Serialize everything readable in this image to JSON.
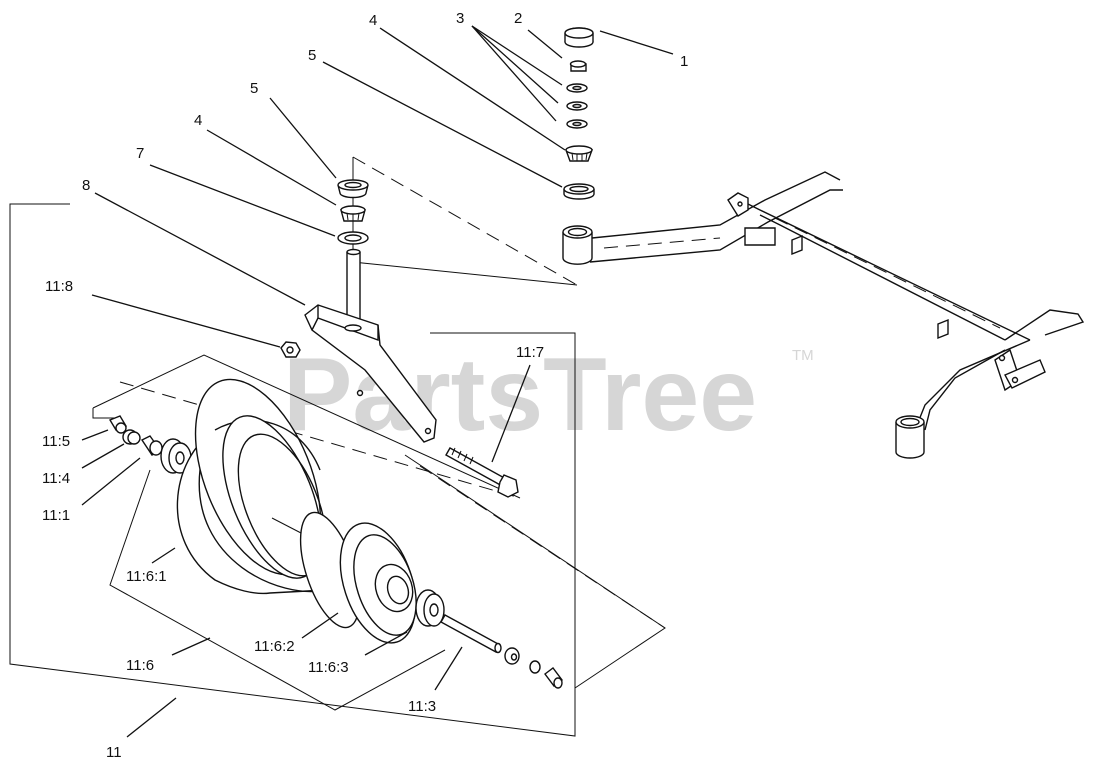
{
  "watermark": {
    "text": "PartsTree",
    "trademark": "TM"
  },
  "callouts": {
    "c1": "1",
    "c2": "2",
    "c3": "3",
    "c4_top": "4",
    "c5_top": "5",
    "c5_left": "5",
    "c4_left": "4",
    "c7": "7",
    "c8": "8",
    "c11_8": "11:8",
    "c11_7": "11:7",
    "c11_5": "11:5",
    "c11_4": "11:4",
    "c11_1": "11:1",
    "c11_6_1": "11:6:1",
    "c11_6_2": "11:6:2",
    "c11_6_3": "11:6:3",
    "c11_6": "11:6",
    "c11_3": "11:3",
    "c11": "11"
  }
}
